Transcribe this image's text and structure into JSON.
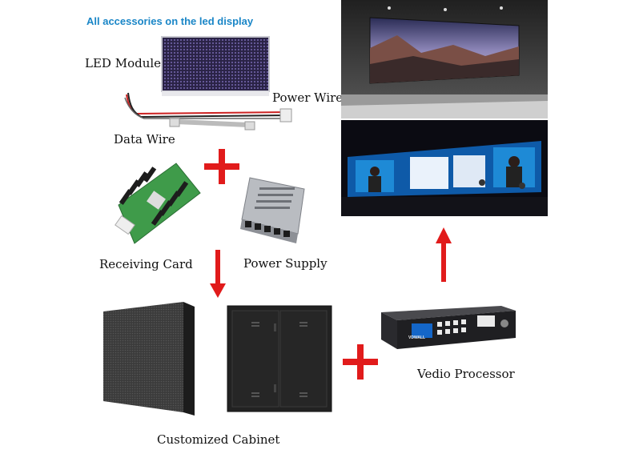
{
  "heading": "All accessories on the led display",
  "labels": {
    "led_module": "LED Module",
    "power_wire": "Power Wire",
    "data_wire": "Data Wire",
    "receiving_card": "Receiving Card",
    "power_supply": "Power Supply",
    "customized_cabinet": "Customized Cabinet",
    "video_processor": "Vedio Processor",
    "processor_brand": "VDWALL"
  },
  "colors": {
    "heading": "#1a86c7",
    "accent_red": "#e11b1b",
    "pcb_green": "#3f9b4a",
    "led_panel": "#2b1f4a",
    "cabinet": "#1f1f1f"
  }
}
